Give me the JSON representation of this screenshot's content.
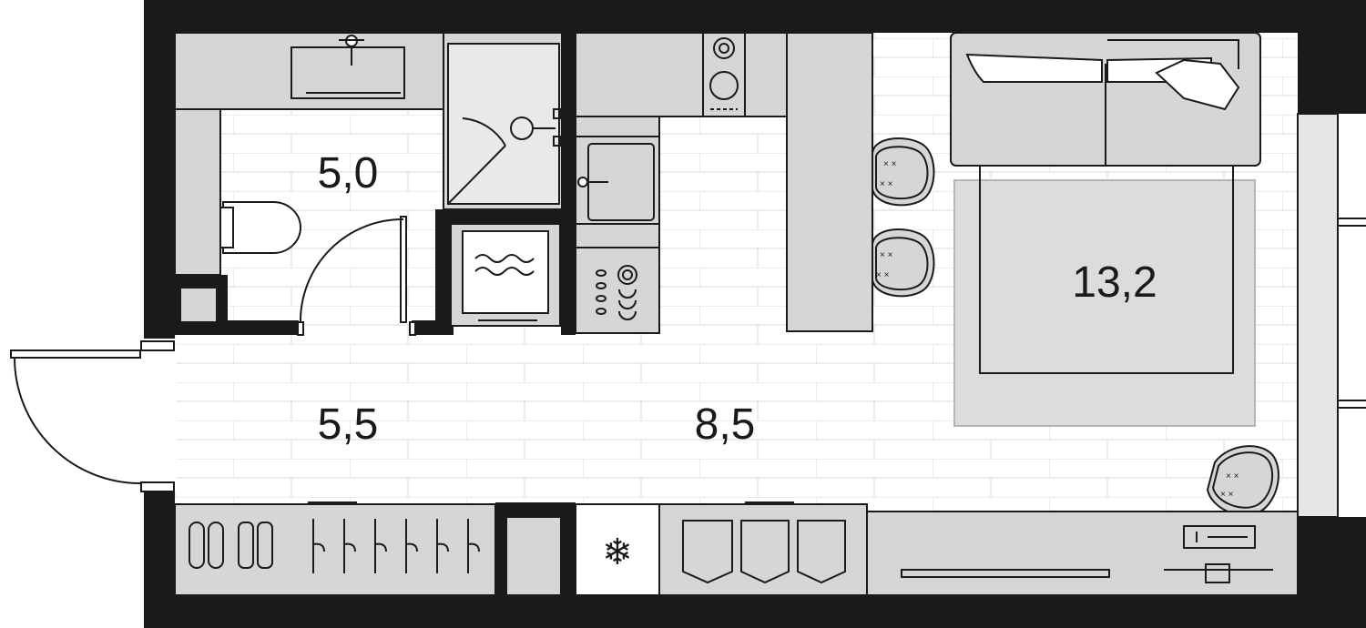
{
  "rooms": [
    {
      "id": "bathroom",
      "area": "5,0"
    },
    {
      "id": "hall",
      "area": "5,5"
    },
    {
      "id": "kitchen",
      "area": "8,5"
    },
    {
      "id": "living",
      "area": "13,2"
    }
  ],
  "colors": {
    "wall": "#1a1a1a",
    "fixture": "#d6d6d6",
    "floor": "#ffffff",
    "rug": "#dcdcdc",
    "line": "#1a1a1a",
    "tile": "#d9d9d9"
  }
}
